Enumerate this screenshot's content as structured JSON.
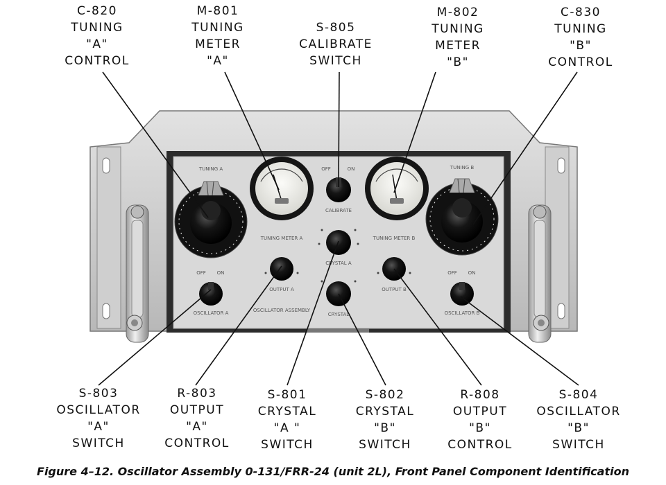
{
  "callouts_top": [
    {
      "id": "C-820",
      "lines": [
        "C-820",
        "TUNING",
        "\"A\"",
        "CONTROL"
      ]
    },
    {
      "id": "M-801",
      "lines": [
        "M-801",
        "TUNING",
        "METER",
        "\"A\""
      ]
    },
    {
      "id": "S-805",
      "lines": [
        "S-805",
        "CALIBRATE",
        "SWITCH"
      ]
    },
    {
      "id": "M-802",
      "lines": [
        "M-802",
        "TUNING",
        "METER",
        "\"B\""
      ]
    },
    {
      "id": "C-830",
      "lines": [
        "C-830",
        "TUNING",
        "\"B\"",
        "CONTROL"
      ]
    }
  ],
  "callouts_bottom": [
    {
      "id": "S-803",
      "lines": [
        "S-803",
        "OSCILLATOR",
        "\"A\"",
        "SWITCH"
      ]
    },
    {
      "id": "R-803",
      "lines": [
        "R-803",
        "OUTPUT",
        "\"A\"",
        "CONTROL"
      ]
    },
    {
      "id": "S-801",
      "lines": [
        "S-801",
        "CRYSTAL",
        "\"A \"",
        "SWITCH"
      ]
    },
    {
      "id": "S-802",
      "lines": [
        "S-802",
        "CRYSTAL",
        "\"B\"",
        "SWITCH"
      ]
    },
    {
      "id": "R-808",
      "lines": [
        "R-808",
        "OUTPUT",
        "\"B\"",
        "CONTROL"
      ]
    },
    {
      "id": "S-804",
      "lines": [
        "S-804",
        "OSCILLATOR",
        "\"B\"",
        "SWITCH"
      ]
    }
  ],
  "panel_labels": {
    "tuning_a": "TUNING A",
    "tuning_b": "TUNING B",
    "calibrate": "CALIBRATE",
    "tuning_meter_a": "TUNING METER A",
    "tuning_meter_b": "TUNING METER B",
    "output_a": "OUTPUT A",
    "output_b": "OUTPUT B",
    "crystal_a": "CRYSTAL A",
    "crystal": "CRYSTAL",
    "oscillator_a": "OSCILLATOR A",
    "oscillator_b": "OSCILLATOR B",
    "off_a": "OFF",
    "on_a": "ON",
    "off_cal": "OFF",
    "on_cal": "ON",
    "off_b": "OFF",
    "on_b": "ON",
    "assembly": "OSCILLATOR ASSEMBLY"
  },
  "caption": "Figure 4–12.  Oscillator Assembly 0-131/FRR-24 (unit 2L), Front Panel Component Identification",
  "colors": {
    "chassis": "#c9c9c9",
    "panel": "#d9d9d9",
    "knob": "#0a0a0a",
    "meter_face": "#f4f4f2"
  }
}
